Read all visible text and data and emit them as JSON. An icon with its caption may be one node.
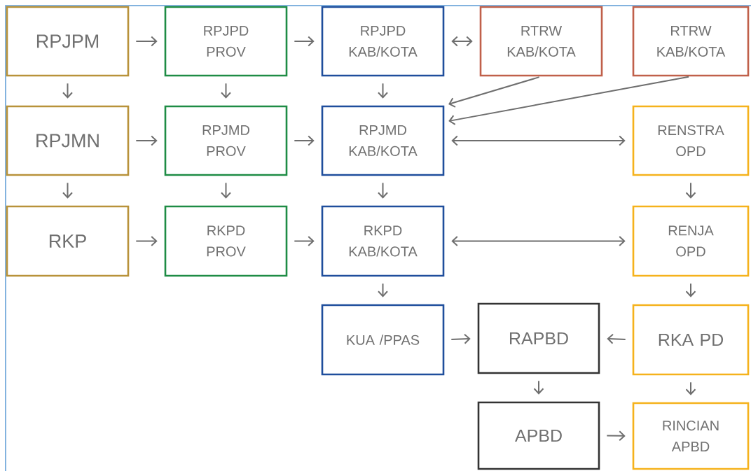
{
  "diagram": {
    "nodes": [
      {
        "text": [
          "RPJPM"
        ]
      },
      {
        "text": [
          "RPJPD PROV"
        ]
      },
      {
        "text": [
          "RPJPD KAB/KOTA"
        ]
      },
      {
        "text": [
          "RTRW KAB/KOTA"
        ]
      },
      {
        "text": [
          "RTRW KAB/KOTA"
        ]
      },
      {
        "text": [
          "RPJMN"
        ]
      },
      {
        "text": [
          "RPJMD PROV"
        ]
      },
      {
        "text": [
          "RPJMD KAB/KOTA"
        ]
      },
      {
        "text": [
          "RENSTRA OPD"
        ]
      },
      {
        "text": [
          "RKP"
        ]
      },
      {
        "text": [
          "RKPD PROV"
        ]
      },
      {
        "text": [
          "RKPD KAB/KOTA"
        ]
      },
      {
        "text": [
          "RENJA OPD"
        ]
      },
      {
        "text": [
          "KUA /PPAS"
        ]
      },
      {
        "text": [
          "RAPBD"
        ]
      },
      {
        "text": [
          "RKA PD"
        ]
      },
      {
        "text": [
          "APBD"
        ]
      },
      {
        "text": [
          "RINCIAN APBD"
        ]
      }
    ],
    "edges": [
      {
        "from": 0,
        "to": 1,
        "arrow": "to"
      },
      {
        "from": 1,
        "to": 2,
        "arrow": "to"
      },
      {
        "from": 2,
        "to": 3,
        "arrow": "both"
      },
      {
        "from": 0,
        "to": 5,
        "arrow": "to"
      },
      {
        "from": 1,
        "to": 6,
        "arrow": "to"
      },
      {
        "from": 2,
        "to": 7,
        "arrow": "to"
      },
      {
        "from": 3,
        "to": 7,
        "arrow": "to"
      },
      {
        "from": 4,
        "to": 7,
        "arrow": "to"
      },
      {
        "from": 5,
        "to": 6,
        "arrow": "to"
      },
      {
        "from": 6,
        "to": 7,
        "arrow": "to"
      },
      {
        "from": 7,
        "to": 8,
        "arrow": "both"
      },
      {
        "from": 5,
        "to": 9,
        "arrow": "to"
      },
      {
        "from": 6,
        "to": 10,
        "arrow": "to"
      },
      {
        "from": 7,
        "to": 11,
        "arrow": "to"
      },
      {
        "from": 8,
        "to": 12,
        "arrow": "to"
      },
      {
        "from": 9,
        "to": 10,
        "arrow": "to"
      },
      {
        "from": 10,
        "to": 11,
        "arrow": "to"
      },
      {
        "from": 11,
        "to": 12,
        "arrow": "both"
      },
      {
        "from": 11,
        "to": 13,
        "arrow": "to"
      },
      {
        "from": 12,
        "to": 15,
        "arrow": "to"
      },
      {
        "from": 13,
        "to": 14,
        "arrow": "to"
      },
      {
        "from": 15,
        "to": 14,
        "arrow": "to"
      },
      {
        "from": 14,
        "to": 16,
        "arrow": "to"
      },
      {
        "from": 15,
        "to": 17,
        "arrow": "to"
      },
      {
        "from": 16,
        "to": 17,
        "arrow": "to"
      }
    ]
  }
}
